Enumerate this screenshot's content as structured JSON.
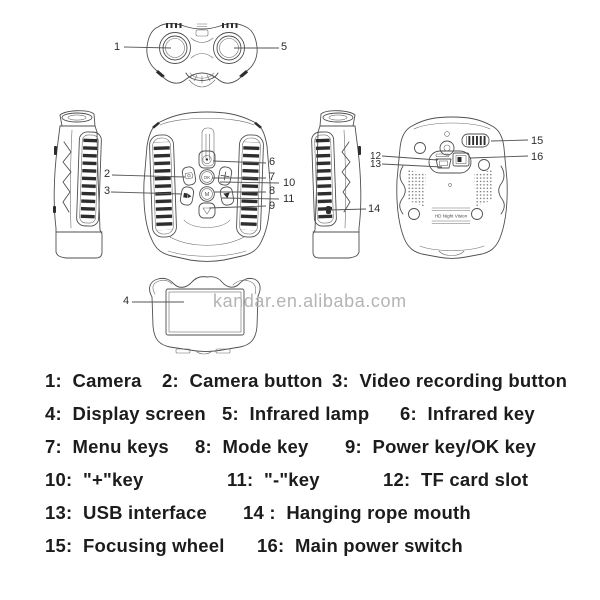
{
  "diagram": {
    "watermark": "kandar.en.alibaba.com",
    "device_print": "HD Night Vision",
    "buttons": {
      "ok": "OK",
      "mode": "M"
    },
    "callouts": [
      "1",
      "2",
      "3",
      "4",
      "5",
      "6",
      "7",
      "8",
      "9",
      "10",
      "11",
      "12",
      "13",
      "14",
      "15",
      "16"
    ]
  },
  "legend": {
    "items": [
      "1:  Camera",
      "2:  Camera button",
      "3:  Video recording button",
      "4:  Display screen",
      "5:  Infrared lamp",
      "6:  Infrared key",
      "7:  Menu keys",
      "8:  Mode key",
      "9:  Power key/OK key",
      "10:  \"+\"key",
      "11:  \"-\"key",
      "12:  TF card slot",
      "13:  USB interface",
      "14 :  Hanging rope mouth",
      "15:  Focusing wheel",
      "16:  Main power switch"
    ]
  },
  "colors": {
    "line": "#4f4f4f",
    "dark_fill": "#2d2d2d",
    "watermark": "#b4b4b4",
    "text": "#1c1c1c"
  }
}
